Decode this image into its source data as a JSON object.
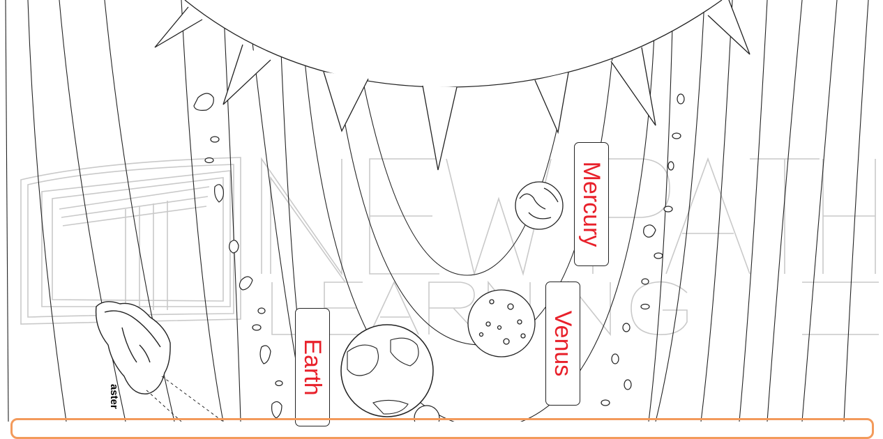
{
  "labels": {
    "mercury": "Mercury",
    "venus": "Venus",
    "earth": "Earth"
  },
  "asteroid_caption": "aster",
  "watermark": {
    "line1": "NEWPATH",
    "line2": "LEARNING"
  },
  "colors": {
    "label_text": "#e8202a",
    "outline": "#222222",
    "watermark": "#c7c7c7",
    "footer_bar": "#f39a5b"
  },
  "icons": {
    "sun": "sun-with-triangular-rays",
    "planets": [
      "mercury-globe",
      "venus-globe",
      "earth-globe",
      "moon"
    ],
    "asteroids": "asteroid-rock-outlines"
  }
}
